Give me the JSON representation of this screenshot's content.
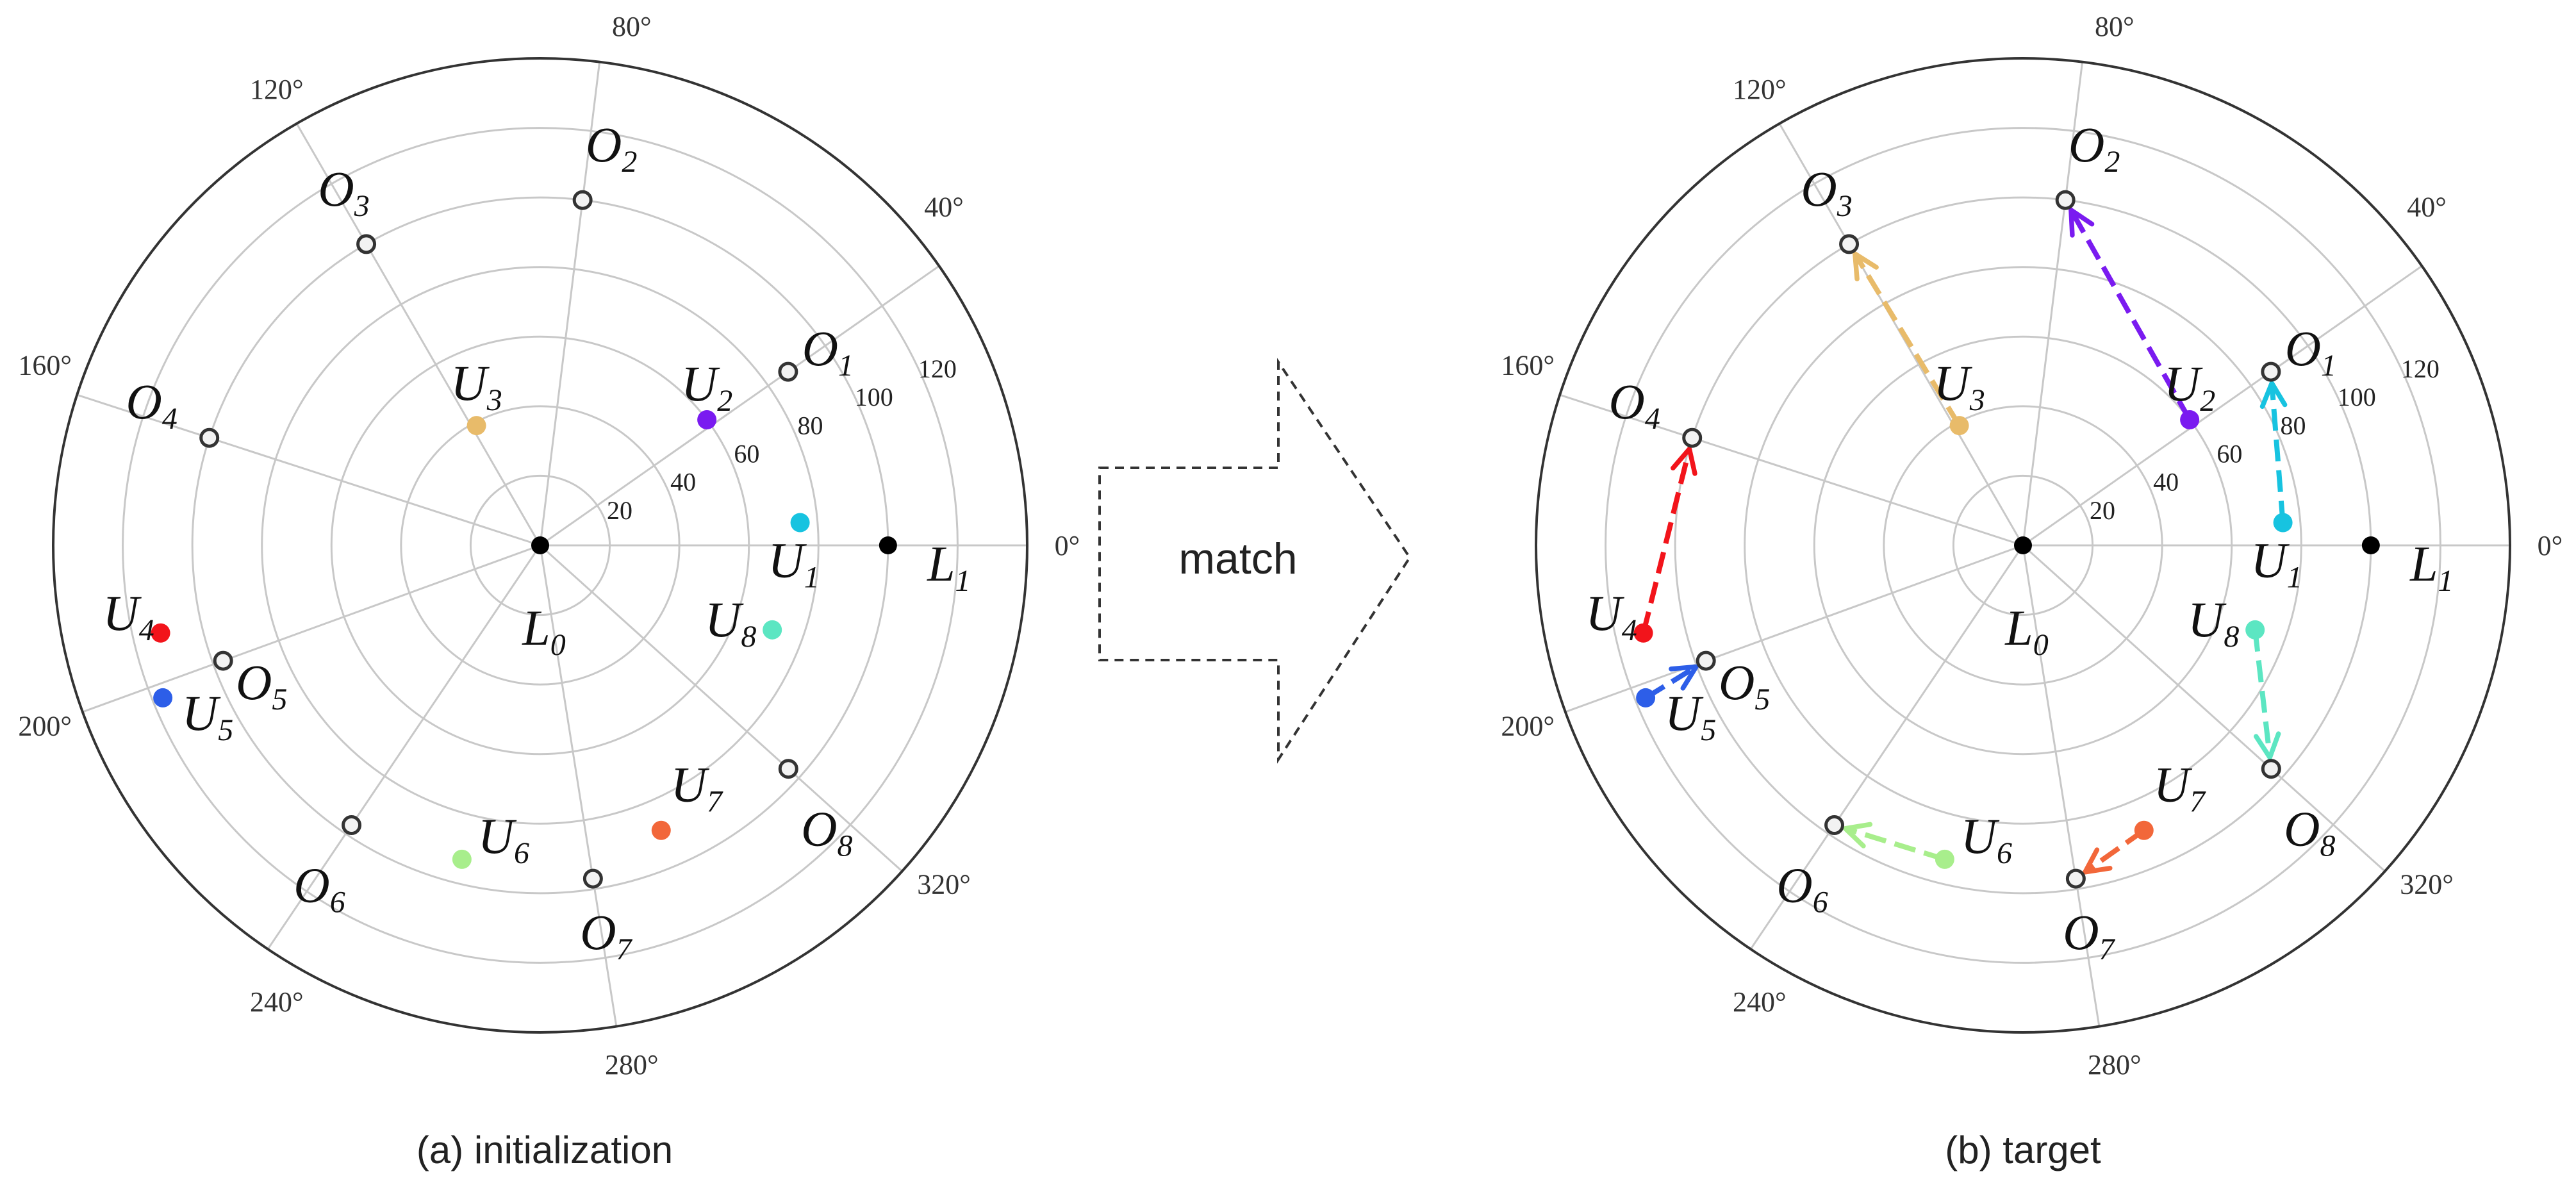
{
  "arrow_label": "match",
  "panels": [
    {
      "id": "a",
      "caption": "(a) initialization",
      "show_matches": false
    },
    {
      "id": "b",
      "caption": "(b) target",
      "show_matches": true
    }
  ],
  "angle_ticks": [
    {
      "deg": 0,
      "label": "0°"
    },
    {
      "deg": 40,
      "label": "40°"
    },
    {
      "deg": 80,
      "label": "80°"
    },
    {
      "deg": 120,
      "label": "120°"
    },
    {
      "deg": 160,
      "label": "160°"
    },
    {
      "deg": 200,
      "label": "200°"
    },
    {
      "deg": 240,
      "label": "240°"
    },
    {
      "deg": 280,
      "label": "280°"
    },
    {
      "deg": 320,
      "label": "320°"
    }
  ],
  "radial_ticks": [
    {
      "r": 20,
      "label": "20"
    },
    {
      "r": 40,
      "label": "40"
    },
    {
      "r": 60,
      "label": "60"
    },
    {
      "r": 80,
      "label": "80"
    },
    {
      "r": 100,
      "label": "100"
    },
    {
      "r": 120,
      "label": "120"
    }
  ],
  "r_max": 140,
  "grid_rings": [
    20,
    40,
    60,
    80,
    100,
    120
  ],
  "spoke_angles": [
    35,
    83,
    120,
    162,
    200,
    236,
    279,
    318
  ],
  "origin": {
    "main": "L",
    "sub": "0"
  },
  "landmark": {
    "main": "L",
    "sub": "1",
    "r": 100,
    "deg": 0
  },
  "targets": [
    {
      "main": "O",
      "sub": "1",
      "r": 87,
      "deg": 35
    },
    {
      "main": "O",
      "sub": "2",
      "r": 100,
      "deg": 83
    },
    {
      "main": "O",
      "sub": "3",
      "r": 100,
      "deg": 120
    },
    {
      "main": "O",
      "sub": "4",
      "r": 100,
      "deg": 162
    },
    {
      "main": "O",
      "sub": "5",
      "r": 97,
      "deg": 200
    },
    {
      "main": "O",
      "sub": "6",
      "r": 97,
      "deg": 236
    },
    {
      "main": "O",
      "sub": "7",
      "r": 97,
      "deg": 279
    },
    {
      "main": "O",
      "sub": "8",
      "r": 96,
      "deg": 318
    }
  ],
  "units": [
    {
      "main": "U",
      "sub": "1",
      "r": 75,
      "deg": 5,
      "color": "#17c3e0",
      "target": 0
    },
    {
      "main": "U",
      "sub": "2",
      "r": 60,
      "deg": 37,
      "color": "#7a1bf0",
      "target": 1
    },
    {
      "main": "U",
      "sub": "3",
      "r": 39,
      "deg": 118,
      "color": "#e8bb6a",
      "target": 2
    },
    {
      "main": "U",
      "sub": "4",
      "r": 112,
      "deg": 193,
      "color": "#f2141b",
      "target": 3
    },
    {
      "main": "U",
      "sub": "5",
      "r": 117,
      "deg": 202,
      "color": "#2d5ee8",
      "target": 4
    },
    {
      "main": "U",
      "sub": "6",
      "r": 93,
      "deg": 256,
      "color": "#a8ee8c",
      "target": 5
    },
    {
      "main": "U",
      "sub": "7",
      "r": 89,
      "deg": 293,
      "color": "#f2673a",
      "target": 6
    },
    {
      "main": "U",
      "sub": "8",
      "r": 71,
      "deg": 340,
      "color": "#5ce6c2",
      "target": 7
    }
  ]
}
